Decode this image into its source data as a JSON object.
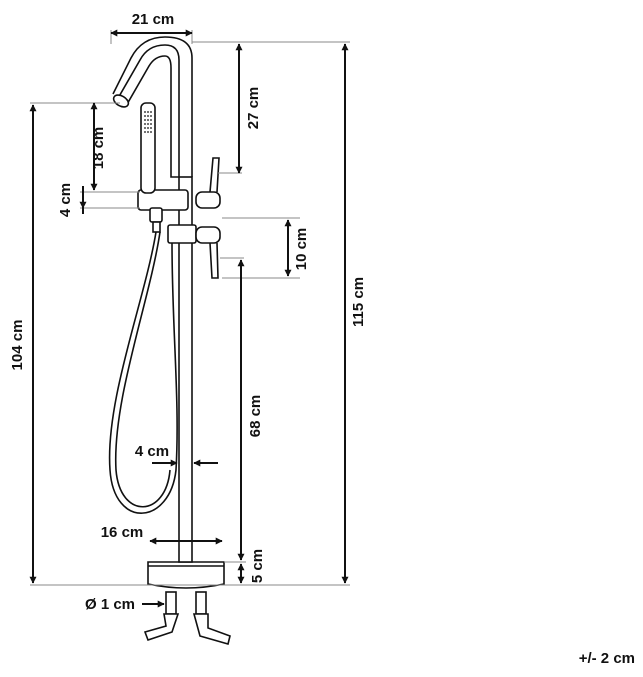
{
  "dimensions": {
    "spout_reach": "21 cm",
    "spout_height": "27 cm",
    "hand_shower_length": "18 cm",
    "mixer_body_height": "4 cm",
    "lever_spacing": "10 cm",
    "inlet_height": "104 cm",
    "total_height": "115 cm",
    "column_to_floor": "68 cm",
    "column_diameter": "4 cm",
    "base_width": "16 cm",
    "base_height": "5 cm",
    "inlet_diameter": "Ø 1 cm"
  },
  "tolerance": "+/- 2 cm"
}
